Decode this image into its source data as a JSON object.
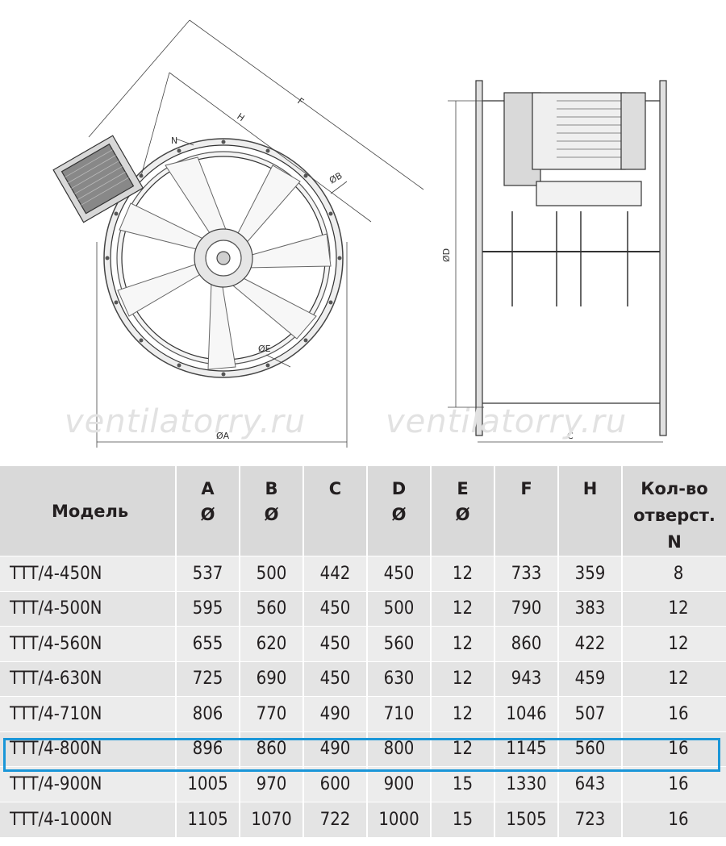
{
  "drawing": {
    "labels": {
      "F": "F",
      "H": "H",
      "N": "N",
      "B": "ØB",
      "E": "ØE",
      "A": "ØA",
      "D": "ØD",
      "C": "C"
    },
    "watermark": "ventilatorry.ru"
  },
  "table": {
    "headers": {
      "model": "Модель",
      "A": [
        "A",
        "Ø"
      ],
      "B": [
        "B",
        "Ø"
      ],
      "C": [
        "C"
      ],
      "D": [
        "D",
        "Ø"
      ],
      "E": [
        "E",
        "Ø"
      ],
      "F": [
        "F"
      ],
      "H": [
        "H"
      ],
      "N": [
        "Кол-во",
        "отверст.",
        "N"
      ]
    },
    "rows": [
      {
        "model": "TTT/4-450N",
        "A": "537",
        "B": "500",
        "C": "442",
        "D": "450",
        "E": "12",
        "F": "733",
        "H": "359",
        "N": "8"
      },
      {
        "model": "TTT/4-500N",
        "A": "595",
        "B": "560",
        "C": "450",
        "D": "500",
        "E": "12",
        "F": "790",
        "H": "383",
        "N": "12"
      },
      {
        "model": "TTT/4-560N",
        "A": "655",
        "B": "620",
        "C": "450",
        "D": "560",
        "E": "12",
        "F": "860",
        "H": "422",
        "N": "12"
      },
      {
        "model": "TTT/4-630N",
        "A": "725",
        "B": "690",
        "C": "450",
        "D": "630",
        "E": "12",
        "F": "943",
        "H": "459",
        "N": "12"
      },
      {
        "model": "TTT/4-710N",
        "A": "806",
        "B": "770",
        "C": "490",
        "D": "710",
        "E": "12",
        "F": "1046",
        "H": "507",
        "N": "16"
      },
      {
        "model": "TTT/4-800N",
        "A": "896",
        "B": "860",
        "C": "490",
        "D": "800",
        "E": "12",
        "F": "1145",
        "H": "560",
        "N": "16"
      },
      {
        "model": "TTT/4-900N",
        "A": "1005",
        "B": "970",
        "C": "600",
        "D": "900",
        "E": "15",
        "F": "1330",
        "H": "643",
        "N": "16"
      },
      {
        "model": "TTT/4-1000N",
        "A": "1105",
        "B": "1070",
        "C": "722",
        "D": "1000",
        "E": "15",
        "F": "1505",
        "H": "723",
        "N": "16"
      }
    ],
    "highlighted_model": "TTT/4-800N",
    "highlight_color": "#1a96d8"
  }
}
